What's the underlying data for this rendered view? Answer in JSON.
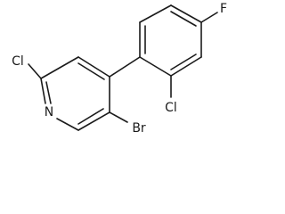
{
  "molecule": {
    "atoms": {
      "cl_pyridine": "Cl",
      "n_ring": "N",
      "br": "Br",
      "cl_phenyl": "Cl",
      "f": "F"
    }
  }
}
